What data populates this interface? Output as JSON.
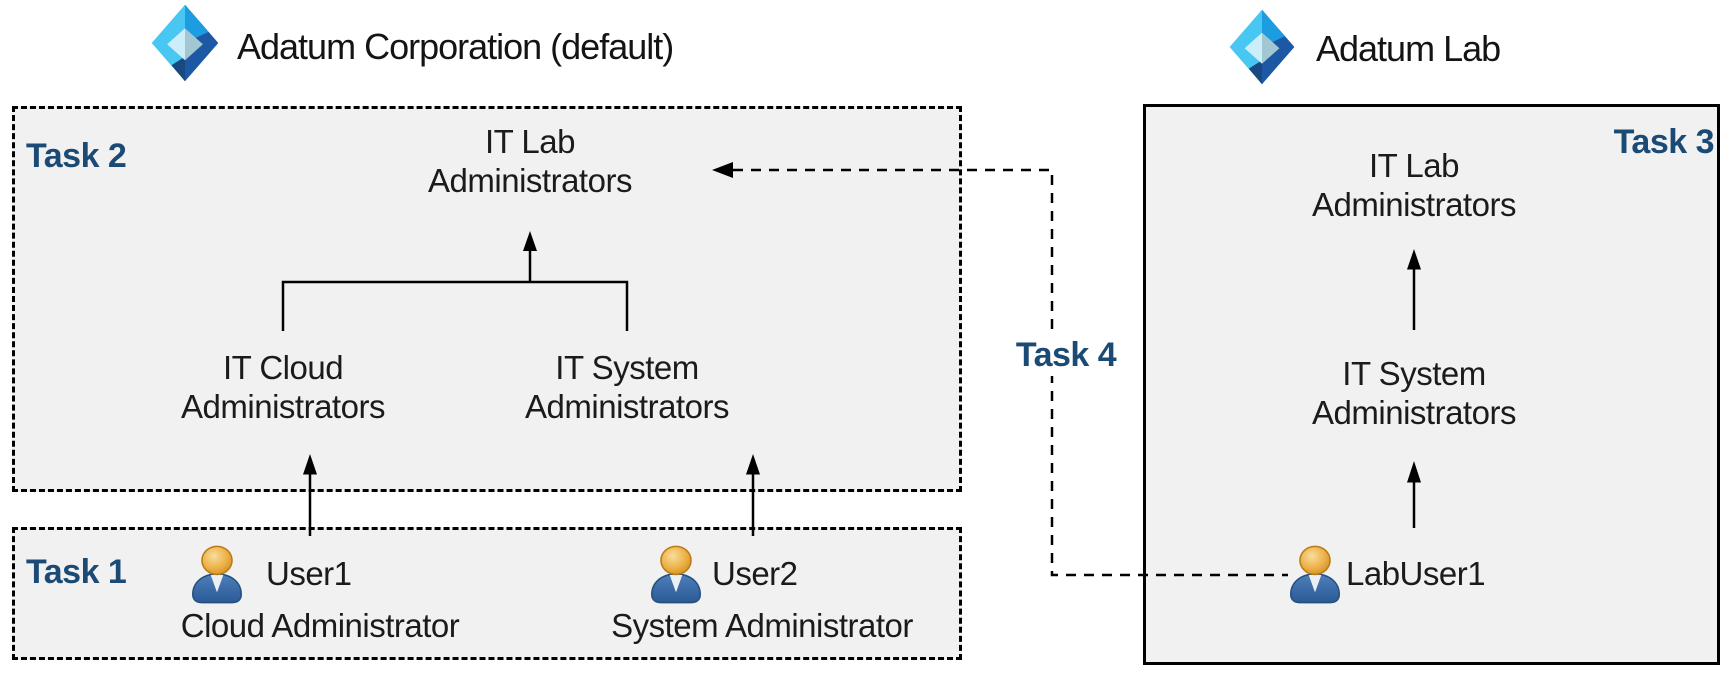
{
  "tenants": {
    "primary": {
      "name": "Adatum Corporation (default)"
    },
    "lab": {
      "name": "Adatum Lab"
    }
  },
  "tasks": {
    "task1": "Task 1",
    "task2": "Task 2",
    "task3": "Task 3",
    "task4": "Task 4"
  },
  "primary_tenant": {
    "groups": {
      "it_lab": {
        "line1": "IT Lab",
        "line2": "Administrators"
      },
      "it_cloud": {
        "line1": "IT Cloud",
        "line2": "Administrators"
      },
      "it_system": {
        "line1": "IT System",
        "line2": "Administrators"
      }
    },
    "users": {
      "user1": {
        "name": "User1",
        "role": "Cloud Administrator"
      },
      "user2": {
        "name": "User2",
        "role": "System Administrator"
      }
    }
  },
  "lab_tenant": {
    "groups": {
      "it_lab": {
        "line1": "IT Lab",
        "line2": "Administrators"
      },
      "it_system": {
        "line1": "IT System",
        "line2": "Administrators"
      }
    },
    "users": {
      "labuser1": {
        "name": "LabUser1"
      }
    }
  },
  "icons": {
    "tenant_icon": "azure-active-directory-icon",
    "user_icon": "user-person-icon"
  },
  "colors": {
    "task_label": "#1B4A74",
    "box_fill": "#F1F1F2",
    "line": "#000000",
    "text": "#1B1B1B",
    "icon_light_blue": "#49C7F3",
    "icon_dark_blue": "#1C58A4",
    "icon_mid_blue": "#1E9CE2",
    "user_head_orange": "#E3A62E",
    "user_body_blue": "#2D5C99"
  }
}
